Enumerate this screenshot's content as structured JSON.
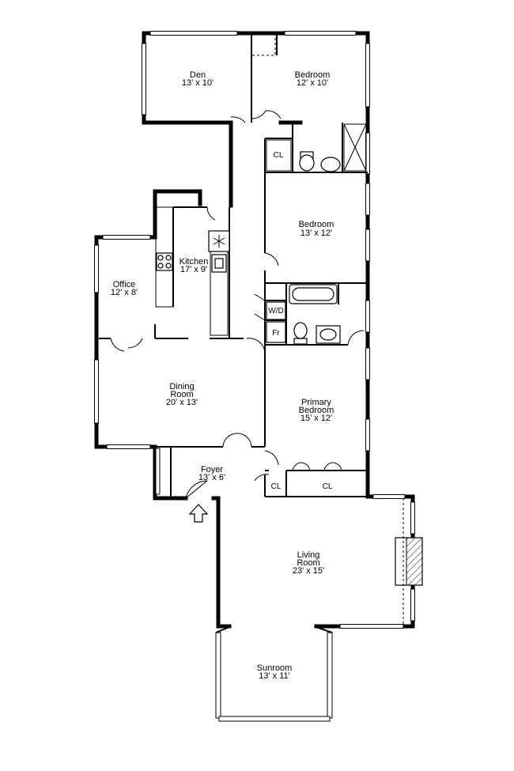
{
  "rooms": {
    "den": {
      "name": "Den",
      "dims": "13' x 10'"
    },
    "bedroom_top": {
      "name": "Bedroom",
      "dims": "12' x 10'"
    },
    "bedroom_mid": {
      "name": "Bedroom",
      "dims": "13' x 12'"
    },
    "kitchen": {
      "name": "Kitchen",
      "dims": "17' x 9'"
    },
    "office": {
      "name": "Office",
      "dims": "12' x 8'"
    },
    "dining": {
      "name_line1": "Dining",
      "name_line2": "Room",
      "dims": "20' x 13'"
    },
    "primary": {
      "name_line1": "Primary",
      "name_line2": "Bedroom",
      "dims": "15' x 12'"
    },
    "foyer": {
      "name": "Foyer",
      "dims": "13' x 6'"
    },
    "living": {
      "name_line1": "Living",
      "name_line2": "Room",
      "dims": "23' x 15'"
    },
    "sunroom": {
      "name": "Sunroom",
      "dims": "13' x 11'"
    }
  },
  "fixtures": {
    "closet_1": "CL",
    "closet_2": "CL",
    "closet_3": "CL",
    "washer_dryer": "W/D",
    "fridge": "Fr"
  }
}
